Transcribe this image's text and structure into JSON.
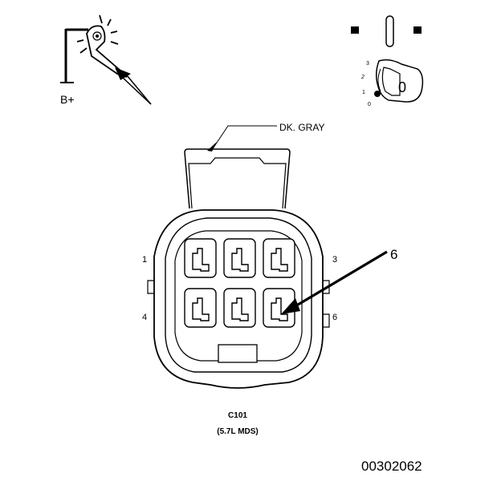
{
  "test_light": {
    "label": "B+"
  },
  "ignition_switch": {
    "positions": [
      "3",
      "2",
      "1",
      "0"
    ],
    "key_label": "0"
  },
  "connector": {
    "wire_color_label": "DK. GRAY",
    "pin_labels": {
      "pin1": "1",
      "pin3": "3",
      "pin4": "4",
      "pin6": "6"
    },
    "callout_label": "6",
    "name": "C101",
    "description": "(5.7L MDS)"
  },
  "figure_id": "00302062"
}
